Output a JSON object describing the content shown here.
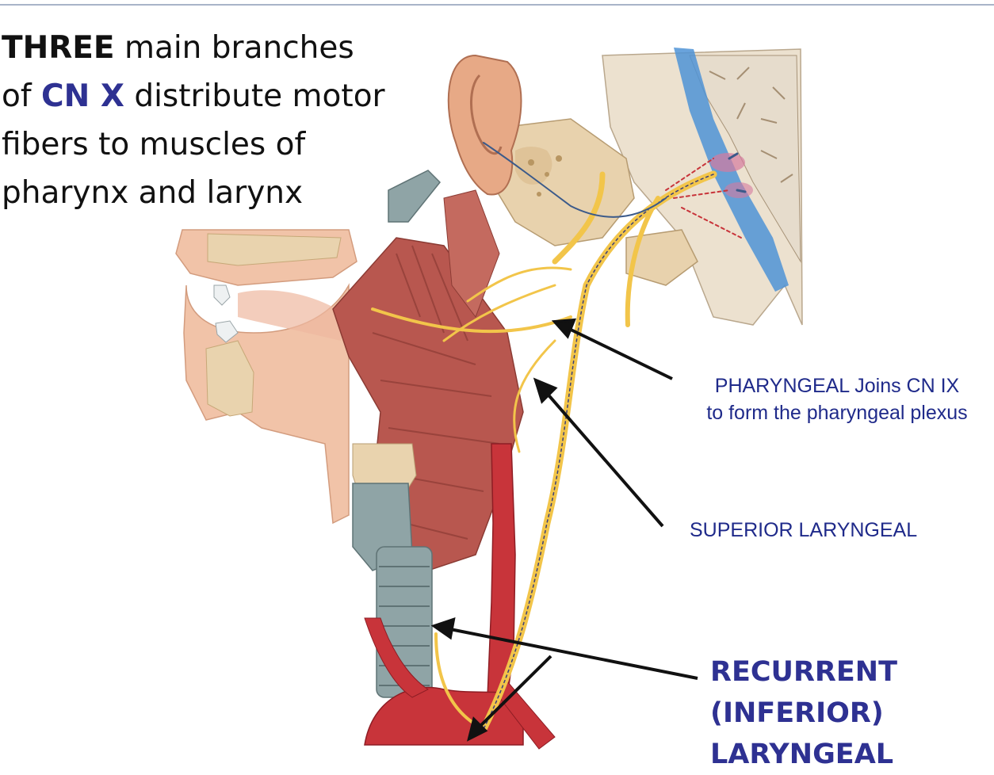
{
  "title": {
    "line1_bold": "THREE",
    "line1_rest": " main branches",
    "line2_pre": "of ",
    "line2_cn": "CN X",
    "line2_rest": " distribute motor",
    "line3": "fibers to muscles of",
    "line4": "pharynx and larynx"
  },
  "labels": {
    "pharyngeal_line1": "PHARYNGEAL Joins CN IX",
    "pharyngeal_line2": "to form the pharyngeal plexus",
    "superior": "SUPERIOR LARYNGEAL",
    "recurrent_line1": "RECURRENT",
    "recurrent_line2": "(INFERIOR)",
    "recurrent_line3": "LARYNGEAL"
  },
  "colors": {
    "nerve": "#f2c54a",
    "artery": "#c8343a",
    "muscle": "#b8574f",
    "skin": "#f1c3a8",
    "bone": "#e9d3ae",
    "vein": "#4f93d6",
    "cartilage": "#8fa4a6",
    "label_blue": "#1f2a8a"
  }
}
